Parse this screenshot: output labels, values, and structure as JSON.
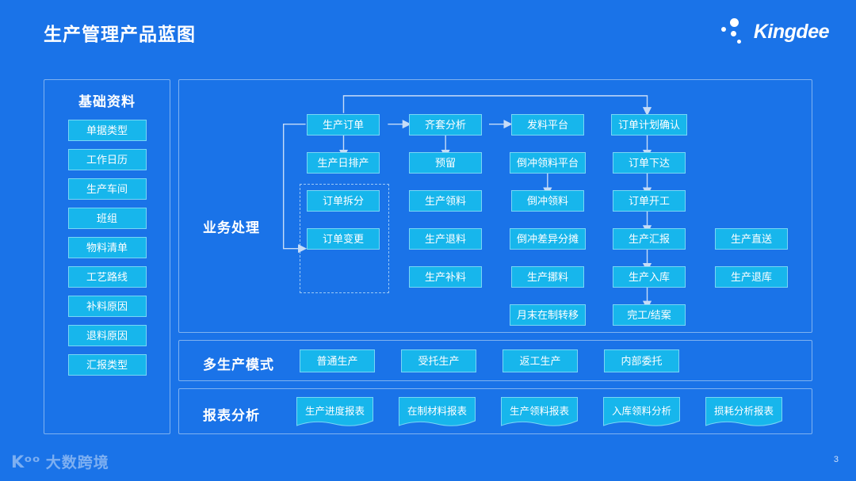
{
  "header": {
    "title": "生产管理产品蓝图",
    "logo_text": "Kingdee",
    "logo_icon": "kingdee-dots-logo"
  },
  "basic": {
    "title": "基础资料",
    "items": [
      {
        "label": "单据类型"
      },
      {
        "label": "工作日历"
      },
      {
        "label": "生产车间"
      },
      {
        "label": "班组"
      },
      {
        "label": "物料清单"
      },
      {
        "label": "工艺路线"
      },
      {
        "label": "补料原因"
      },
      {
        "label": "退料原因"
      },
      {
        "label": "汇报类型"
      }
    ]
  },
  "business": {
    "label": "业务处理",
    "nodes": [
      {
        "id": "c1r1",
        "label": "生产订单"
      },
      {
        "id": "c1r2",
        "label": "生产日排产"
      },
      {
        "id": "c1r3",
        "label": "订单拆分"
      },
      {
        "id": "c1r4",
        "label": "订单变更"
      },
      {
        "id": "c2r1",
        "label": "齐套分析"
      },
      {
        "id": "c2r2",
        "label": "预留"
      },
      {
        "id": "c2r3",
        "label": "生产领料"
      },
      {
        "id": "c2r4",
        "label": "生产退料"
      },
      {
        "id": "c2r5",
        "label": "生产补料"
      },
      {
        "id": "c3r1",
        "label": "发料平台"
      },
      {
        "id": "c3r2",
        "label": "倒冲领料平台"
      },
      {
        "id": "c3r3",
        "label": "倒冲领料"
      },
      {
        "id": "c3r4",
        "label": "倒冲差异分摊"
      },
      {
        "id": "c3r5",
        "label": "生产挪料"
      },
      {
        "id": "c3r6",
        "label": "月末在制转移"
      },
      {
        "id": "c4r1",
        "label": "订单计划确认"
      },
      {
        "id": "c4r2",
        "label": "订单下达"
      },
      {
        "id": "c4r3",
        "label": "订单开工"
      },
      {
        "id": "c4r4",
        "label": "生产汇报"
      },
      {
        "id": "c4r5",
        "label": "生产入库"
      },
      {
        "id": "c4r6",
        "label": "完工/结案"
      },
      {
        "id": "c5r4",
        "label": "生产直送"
      },
      {
        "id": "c5r5",
        "label": "生产退库"
      }
    ]
  },
  "modes": {
    "label": "多生产模式",
    "items": [
      {
        "label": "普通生产"
      },
      {
        "label": "受托生产"
      },
      {
        "label": "返工生产"
      },
      {
        "label": "内部委托"
      }
    ]
  },
  "reports": {
    "label": "报表分析",
    "items": [
      {
        "label": "生产进度报表"
      },
      {
        "label": "在制材料报表"
      },
      {
        "label": "生产领料报表"
      },
      {
        "label": "入库领料分析"
      },
      {
        "label": "损耗分析报表"
      }
    ]
  },
  "footer": {
    "watermark_mark": "Kᵒᵒ",
    "watermark_text": "大数跨境",
    "page_number": "3"
  },
  "colors": {
    "background": "#1a73e8",
    "node_fill": "#17b6ec",
    "node_border": "#79d6f5",
    "panel_border": "#7fb2f0",
    "text": "#ffffff"
  }
}
